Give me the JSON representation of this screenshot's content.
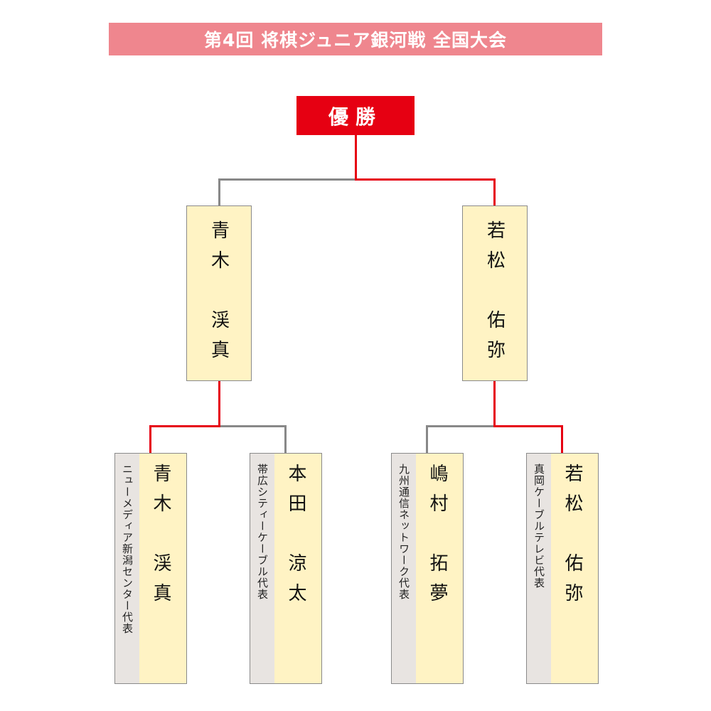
{
  "title": "第4回 将棋ジュニア銀河戦 全国大会",
  "champion_label": "優勝",
  "colors": {
    "winner_line": "#e60012",
    "loser_line": "#888888",
    "name_box": "#fff3c4",
    "title_bar": "#ef868e"
  },
  "semifinal": [
    {
      "name": "青木　渓真"
    },
    {
      "name": "若松　佑弥"
    }
  ],
  "first_round": [
    {
      "name": "青木　渓真",
      "affiliation": "ニューメディア新潟センター代表"
    },
    {
      "name": "本田　涼太",
      "affiliation": "帯広シティーケーブル代表"
    },
    {
      "name": "嶋村　拓夢",
      "affiliation": "九州通信ネットワーク代表"
    },
    {
      "name": "若松　佑弥",
      "affiliation": "真岡ケーブルテレビ代表"
    }
  ]
}
